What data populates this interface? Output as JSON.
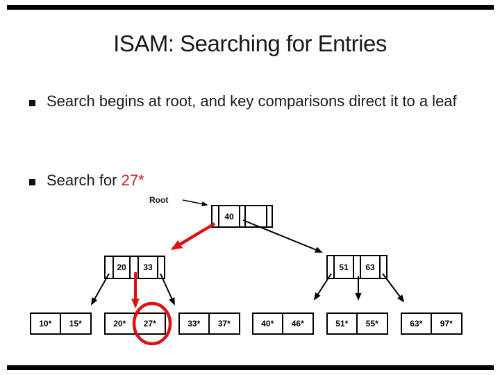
{
  "slide": {
    "title": "ISAM: Searching for Entries",
    "bullet1": "Search begins at root, and key comparisons direct it to a leaf",
    "bullet2_prefix": "Search for ",
    "bullet2_highlight": "27*"
  },
  "diagram": {
    "root_label": "Root",
    "root_node": {
      "key1": "40",
      "key2": ""
    },
    "inner_left": {
      "key1": "20",
      "key2": "33"
    },
    "inner_right": {
      "key1": "51",
      "key2": "63"
    },
    "leaves": [
      {
        "cells": [
          "10*",
          "15*"
        ]
      },
      {
        "cells": [
          "20*",
          "27*"
        ]
      },
      {
        "cells": [
          "33*",
          "37*"
        ]
      },
      {
        "cells": [
          "40*",
          "46*"
        ]
      },
      {
        "cells": [
          "51*",
          "55*"
        ]
      },
      {
        "cells": [
          "63*",
          "97*"
        ]
      }
    ],
    "search_key": "27*",
    "colors": {
      "highlight_text": "#c32222",
      "search_path_red": "#dd1111",
      "line_black": "#000000"
    }
  }
}
